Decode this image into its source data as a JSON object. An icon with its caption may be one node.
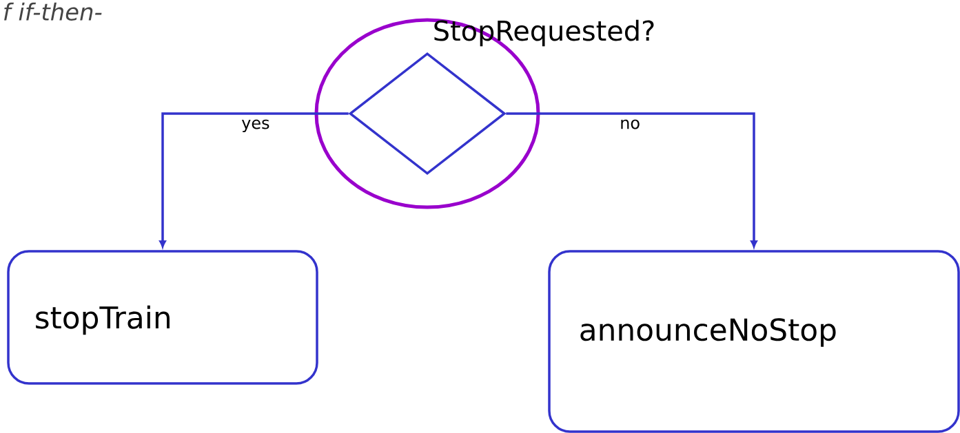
{
  "diagram": {
    "nodes": [
      {
        "text": [
          "StopRequested?"
        ]
      },
      {
        "text": [
          "stopTrain"
        ]
      },
      {
        "text": [
          "announceNoStop"
        ]
      }
    ],
    "edges": [
      {
        "from": 0,
        "to": 1,
        "arrow": "to",
        "label": "yes"
      },
      {
        "from": 0,
        "to": 2,
        "arrow": "to",
        "label": "no"
      }
    ],
    "labels": [
      "f if-then-"
    ]
  }
}
